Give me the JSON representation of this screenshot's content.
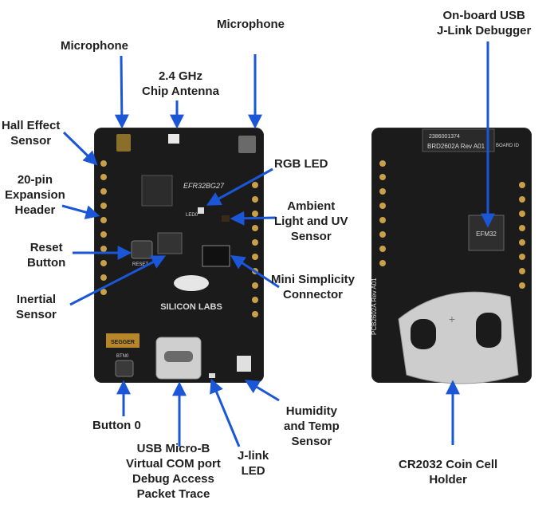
{
  "labels": {
    "microphone_left": "Microphone",
    "microphone_right": "Microphone",
    "antenna_line1": "2.4 GHz",
    "antenna_line2": "Chip Antenna",
    "hall_line1": "Hall Effect",
    "hall_line2": "Sensor",
    "expansion_line1": "20-pin",
    "expansion_line2": "Expansion",
    "expansion_line3": "Header",
    "reset_line1": "Reset",
    "reset_line2": "Button",
    "inertial_line1": "Inertial",
    "inertial_line2": "Sensor",
    "rgb_led": "RGB LED",
    "ambient_line1": "Ambient",
    "ambient_line2": "Light and UV",
    "ambient_line3": "Sensor",
    "mini_line1": "Mini Simplicity",
    "mini_line2": "Connector",
    "button0": "Button 0",
    "usb_line1": "USB Micro-B",
    "usb_line2": "Virtual COM port",
    "usb_line3": "Debug Access",
    "usb_line4": "Packet Trace",
    "jlink_line1": "J-link",
    "jlink_line2": "LED",
    "humidity_line1": "Humidity",
    "humidity_line2": "and Temp",
    "humidity_line3": "Sensor",
    "debugger_line1": "On-board USB",
    "debugger_line2": "J-Link Debugger",
    "coin_line1": "CR2032 Coin Cell",
    "coin_line2": "Holder"
  },
  "silkscreen": {
    "chip": "EFR32BG27",
    "led0": "LED0",
    "reset": "RESET",
    "logo": "SILICON LABS",
    "segger": "SEGGER",
    "btn0": "BTN0",
    "back_serial": "2386001374",
    "back_board": "BRD2602A Rev A01",
    "back_pcb": "PCB2602A Rev A01",
    "back_chip": "EFM32",
    "back_board_tag": "BOARD ID"
  },
  "colors": {
    "arrow": "#1a56d6",
    "board": "#1b1b1b",
    "pad": "#c8a04a"
  }
}
